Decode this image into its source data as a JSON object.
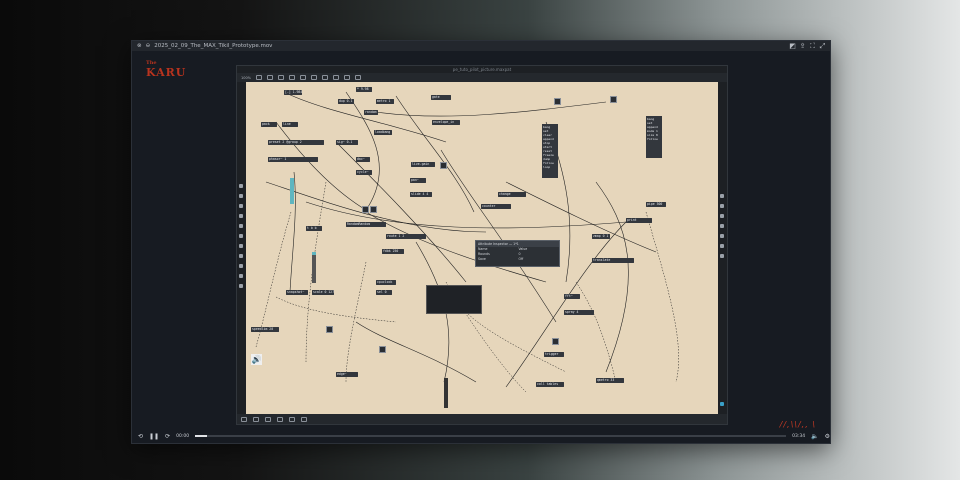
{
  "window": {
    "title": "2025_02_09_The_MAX_Tikil_Prototype.mov",
    "title_buttons": [
      "pip-icon",
      "share-icon",
      "fullscreen-icon",
      "expand-icon"
    ]
  },
  "logo": {
    "line1": "The",
    "line2": "KARU"
  },
  "max_window": {
    "title": "pe_tuto_pilot_picture.maxpat",
    "zoom": "100%"
  },
  "patch": {
    "objects": [
      "[-] 1.984",
      "* 9.98",
      "dup 0.1",
      "metro 1",
      "random 1000",
      "gate",
      "pack",
      "line",
      "loadbang",
      "envelope_in",
      "preset 2 @group 2",
      "sig~ 0.1",
      "phasor~ 1",
      "dac~",
      "cycle~",
      "live.gain",
      "pan~",
      "slide 4 4",
      "change",
      "counter",
      "RandomRandom",
      "route 1 2",
      "fdbk 250",
      "t b b",
      "snapshot~",
      "scale 0 127 0. 1.",
      "speedlim 20",
      "cpuclock",
      "sel 0",
      "zmap 0 1 0 1",
      "pipe 500",
      "print",
      "translate",
      "fft~",
      "spray 4",
      "trigger",
      "qmetro 33",
      "coll tables",
      "edge~"
    ],
    "message": "bang\nset\nclear\nappend\nstop\nstart\nreset\nfreeze\ndump\nfollow\nloop",
    "message2": "bang\nset\nappend\nmode 1\nsize 8\nfollow",
    "inspector": {
      "title": "Attribute Inspector — 1*1",
      "rows": [
        [
          "Name",
          "Value"
        ],
        [
          "Rounds",
          "0"
        ],
        [
          "Save",
          "Off"
        ]
      ]
    }
  },
  "video": {
    "time_current": "00:00",
    "time_total": "03:34",
    "progress": 0.02,
    "watermark": "//,\\\\/,, \\"
  }
}
